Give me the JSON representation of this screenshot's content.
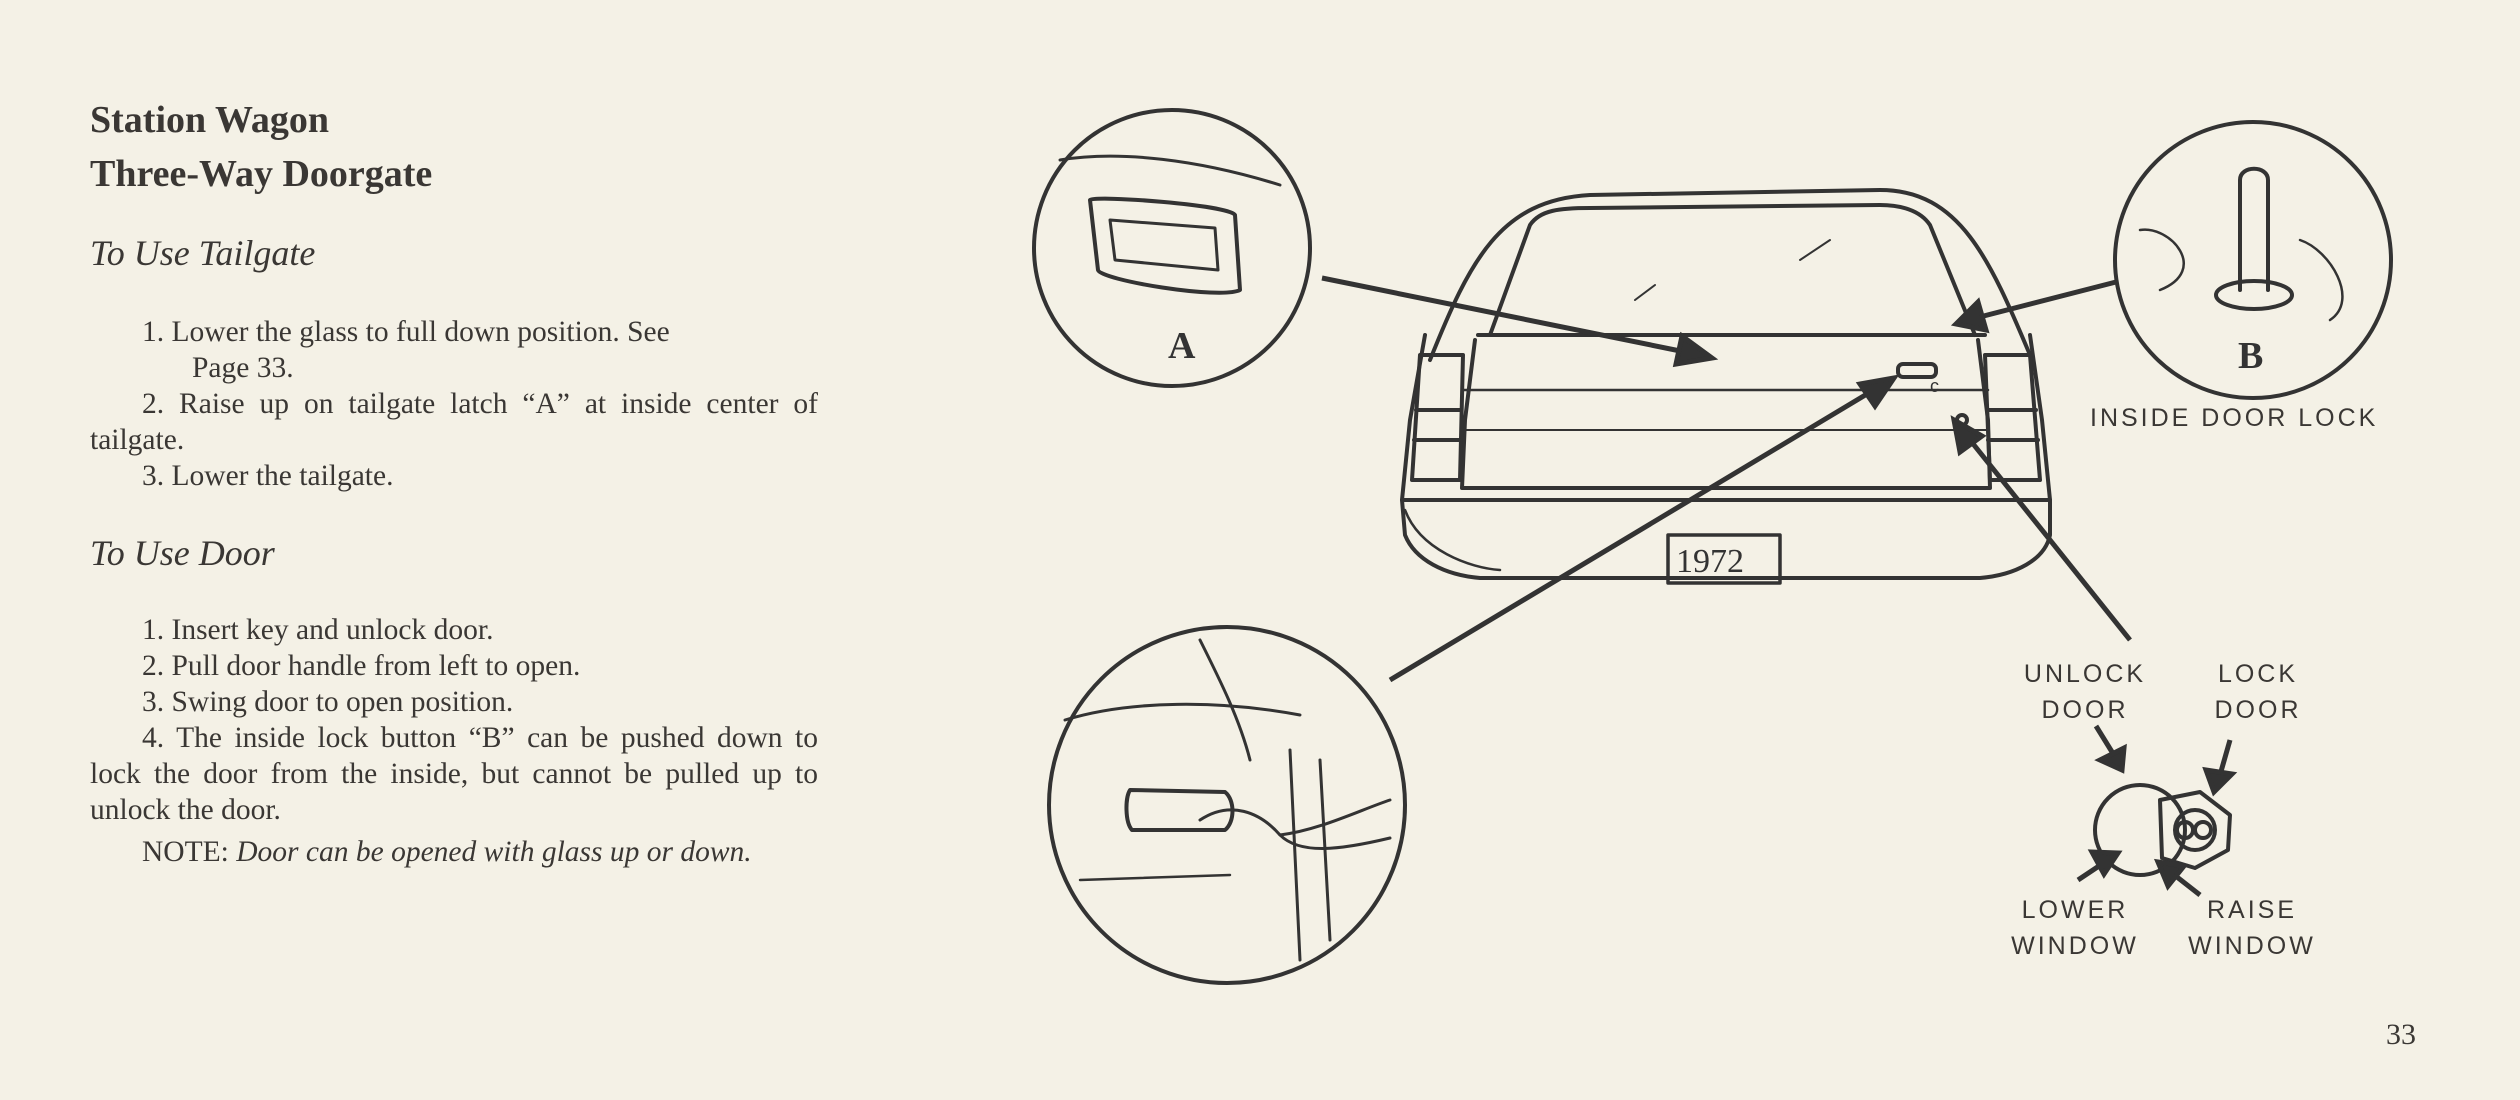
{
  "heading": {
    "line1": "Station Wagon",
    "line2": "Three-Way Doorgate"
  },
  "tailgate": {
    "title": "To Use Tailgate",
    "steps": [
      "1. Lower the glass to full down position. See",
      "Page 33.",
      "2. Raise up on tailgate latch “A” at inside center of tailgate.",
      "3. Lower the tailgate."
    ]
  },
  "door": {
    "title": "To Use Door",
    "steps": [
      "1. Insert key and unlock door.",
      "2. Pull door handle from left to open.",
      "3. Swing door to open position.",
      "4. The inside lock button “B” can be pushed down to lock the door from the inside, but cannot be pulled up to unlock the door."
    ],
    "note_label": "NOTE:",
    "note_text": "Door can be opened with glass up or down."
  },
  "figure": {
    "callout_a": "A",
    "callout_b": "B",
    "plate": "1972",
    "c_mark": "c",
    "inside_door_lock": "INSIDE DOOR LOCK",
    "unlock_door": [
      "UNLOCK",
      "DOOR"
    ],
    "lock_door": [
      "LOCK",
      "DOOR"
    ],
    "lower_window": [
      "LOWER",
      "WINDOW"
    ],
    "raise_window": [
      "RAISE",
      "WINDOW"
    ]
  },
  "page_number": "33"
}
